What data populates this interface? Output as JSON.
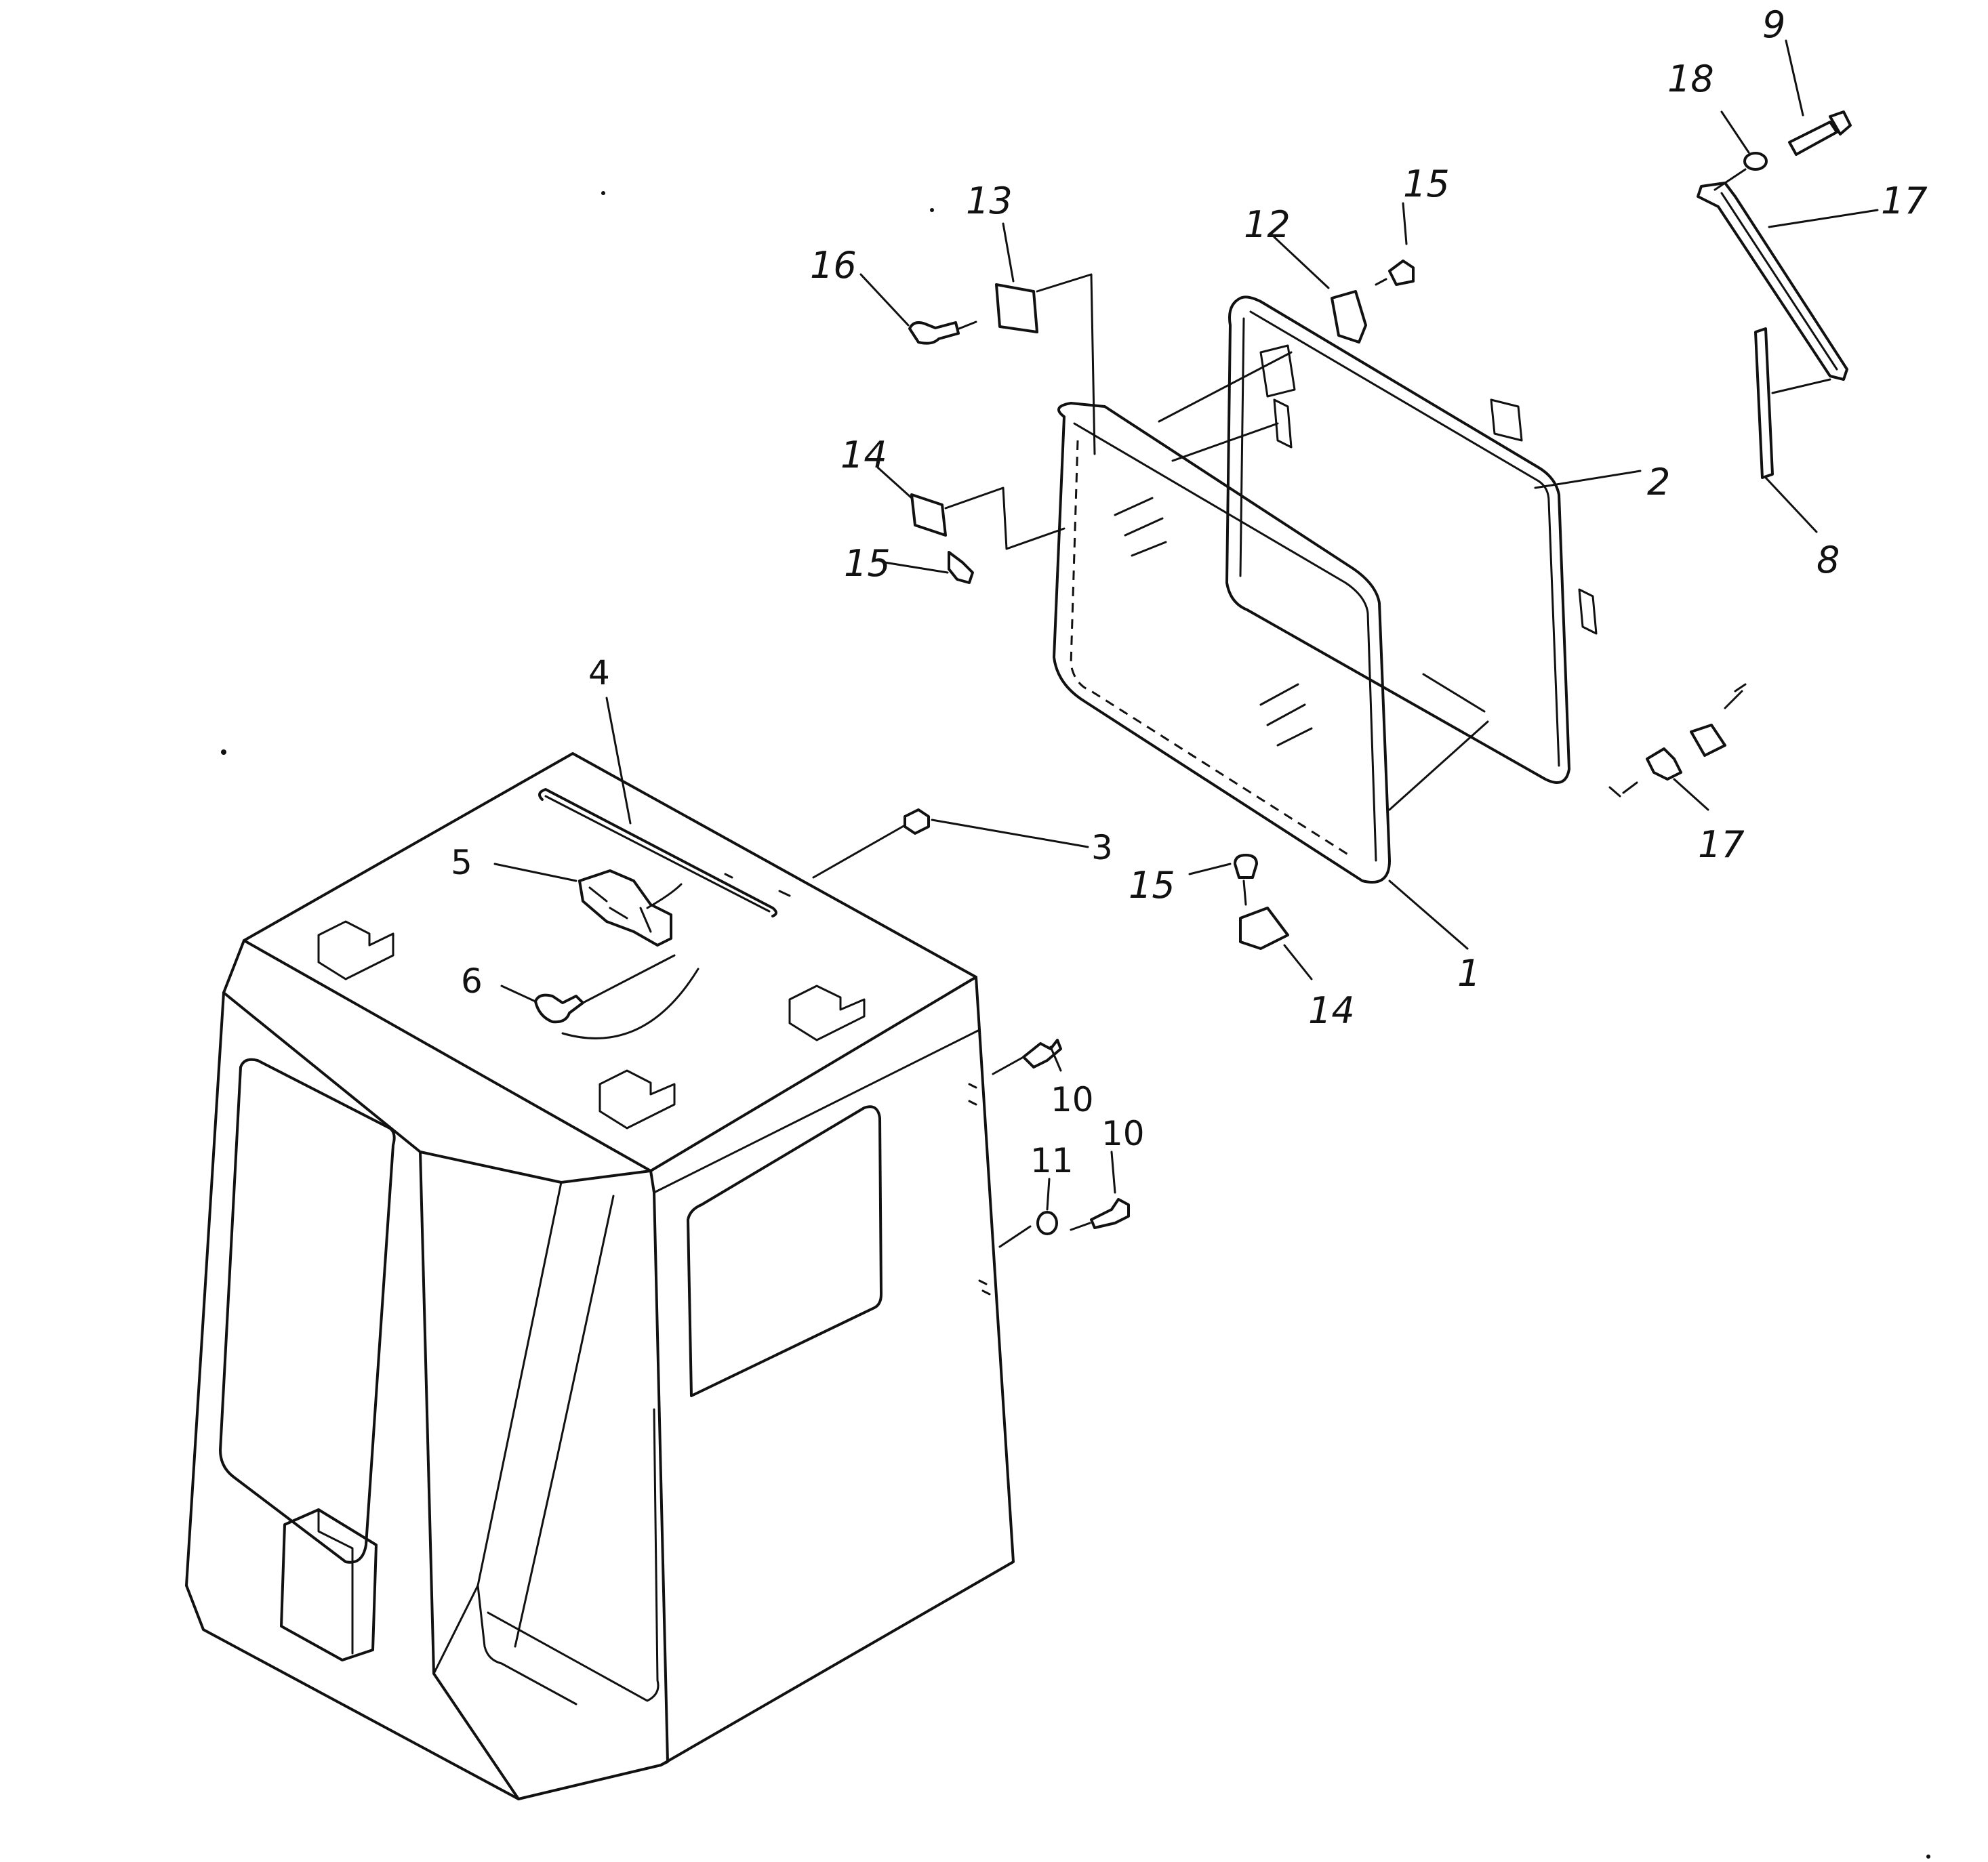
{
  "callouts": [
    {
      "id": "c1",
      "text": "1"
    },
    {
      "id": "c2",
      "text": "2"
    },
    {
      "id": "c3",
      "text": "3"
    },
    {
      "id": "c4",
      "text": "4"
    },
    {
      "id": "c5",
      "text": "5"
    },
    {
      "id": "c6",
      "text": "6"
    },
    {
      "id": "c8",
      "text": "8"
    },
    {
      "id": "c9",
      "text": "9"
    },
    {
      "id": "c10a",
      "text": "10"
    },
    {
      "id": "c10b",
      "text": "10"
    },
    {
      "id": "c11",
      "text": "11"
    },
    {
      "id": "c12",
      "text": "12"
    },
    {
      "id": "c13",
      "text": "13"
    },
    {
      "id": "c14a",
      "text": "14"
    },
    {
      "id": "c14b",
      "text": "14"
    },
    {
      "id": "c15a",
      "text": "15"
    },
    {
      "id": "c15b",
      "text": "15"
    },
    {
      "id": "c15c",
      "text": "15"
    },
    {
      "id": "c16",
      "text": "16"
    },
    {
      "id": "c17a",
      "text": "17"
    },
    {
      "id": "c17b",
      "text": "17"
    },
    {
      "id": "c18",
      "text": "18"
    }
  ]
}
